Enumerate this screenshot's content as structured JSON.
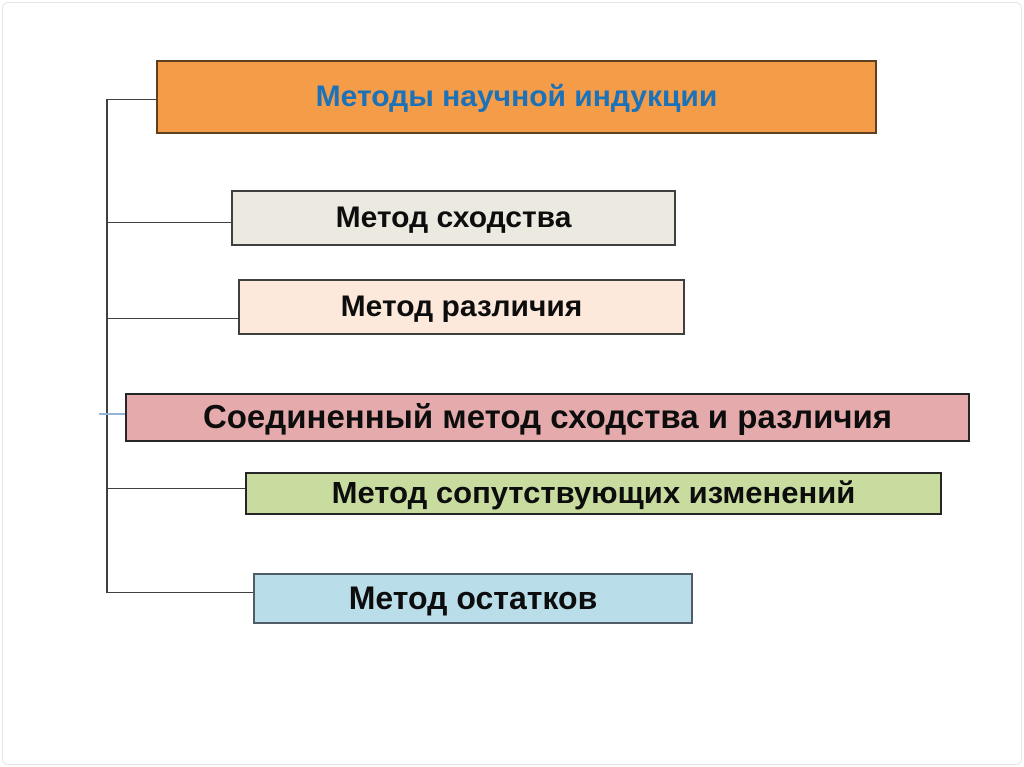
{
  "diagram": {
    "title": {
      "label": "Методы научной индукции",
      "fill": "#F59C48",
      "border_color": "#5C4020",
      "text_color": "#1B72B8"
    },
    "methods": [
      {
        "id": "similarity",
        "label": "Метод сходства",
        "fill": "#ECEAE0",
        "border_color": "#3F3F3F",
        "text_color": "#0D0D0D"
      },
      {
        "id": "difference",
        "label": "Метод различия",
        "fill": "#FCE9DC",
        "border_color": "#3F3F3F",
        "text_color": "#0D0D0D"
      },
      {
        "id": "joint",
        "label": "Соединенный метод сходства и различия",
        "fill": "#E5ABAC",
        "border_color": "#262626",
        "text_color": "#0D0D0D"
      },
      {
        "id": "concomitant",
        "label": "Метод сопутствующих изменений",
        "fill": "#C9DCA0",
        "border_color": "#262626",
        "text_color": "#0D0D0D"
      },
      {
        "id": "residues",
        "label": "Метод остатков",
        "fill": "#BADDEA",
        "border_color": "#4F5D66",
        "text_color": "#0D0D0D"
      }
    ],
    "connectors": {
      "trunk_color": "#3F3F3F",
      "accent_branch_color": "#95B3D7"
    }
  }
}
